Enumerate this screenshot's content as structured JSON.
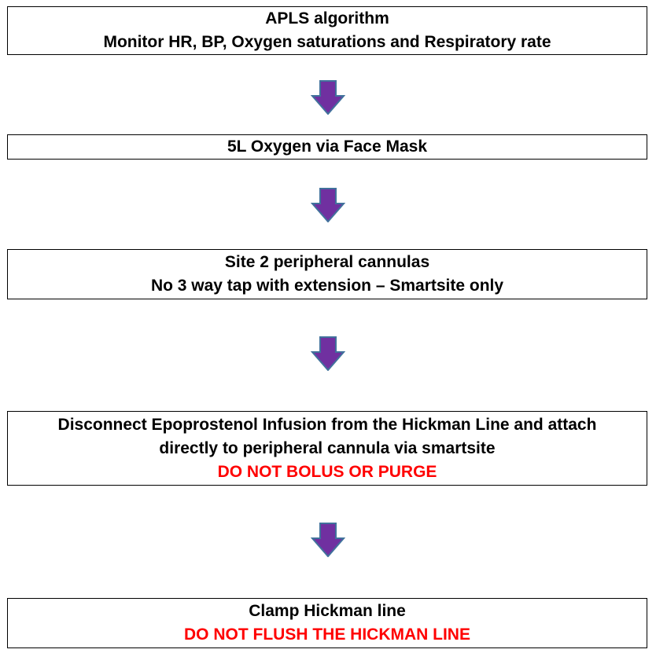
{
  "colors": {
    "arrow_fill": "#7030a0",
    "arrow_stroke": "#41719c",
    "warning_text": "#ff0000",
    "border": "#000000"
  },
  "steps": [
    {
      "lines": [
        "APLS algorithm",
        "Monitor HR, BP, Oxygen saturations and Respiratory rate"
      ],
      "warning": ""
    },
    {
      "lines": [
        "5L Oxygen via Face Mask"
      ],
      "warning": ""
    },
    {
      "lines": [
        "Site 2 peripheral cannulas",
        "No 3 way tap with extension – Smartsite only"
      ],
      "warning": ""
    },
    {
      "lines": [
        "Disconnect Epoprostenol Infusion from the Hickman Line and attach",
        "directly to peripheral cannula via smartsite"
      ],
      "warning": "DO NOT BOLUS OR PURGE"
    },
    {
      "lines": [
        "Clamp Hickman line"
      ],
      "warning": "DO NOT FLUSH THE HICKMAN LINE"
    }
  ],
  "arrows": [
    {
      "icon": "down-arrow-icon"
    },
    {
      "icon": "down-arrow-icon"
    },
    {
      "icon": "down-arrow-icon"
    },
    {
      "icon": "down-arrow-icon"
    }
  ]
}
